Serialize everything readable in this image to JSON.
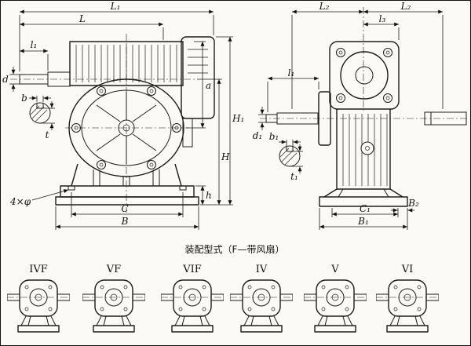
{
  "caption": "装配型式（F—带风扇）",
  "left_view": {
    "dims": {
      "L1": "L₁",
      "L": "L",
      "l1": "l₁",
      "d": "d",
      "b": "b",
      "t": "t",
      "a": "a",
      "H1": "H₁",
      "H": "H",
      "h": "h",
      "holes": "4×φ",
      "C": "C",
      "B": "B"
    }
  },
  "right_view": {
    "dims": {
      "L2_left": "L₂",
      "L2_right": "L₂",
      "l3": "l₃",
      "l1": "l₁",
      "d1": "d₁",
      "b1": "b₁",
      "t1": "t₁",
      "C1": "C₁",
      "B1": "B₁",
      "B2": "B₂"
    }
  },
  "variants": [
    {
      "label": "IVF"
    },
    {
      "label": "VF"
    },
    {
      "label": "VIF"
    },
    {
      "label": "IV"
    },
    {
      "label": "V"
    },
    {
      "label": "VI"
    }
  ]
}
